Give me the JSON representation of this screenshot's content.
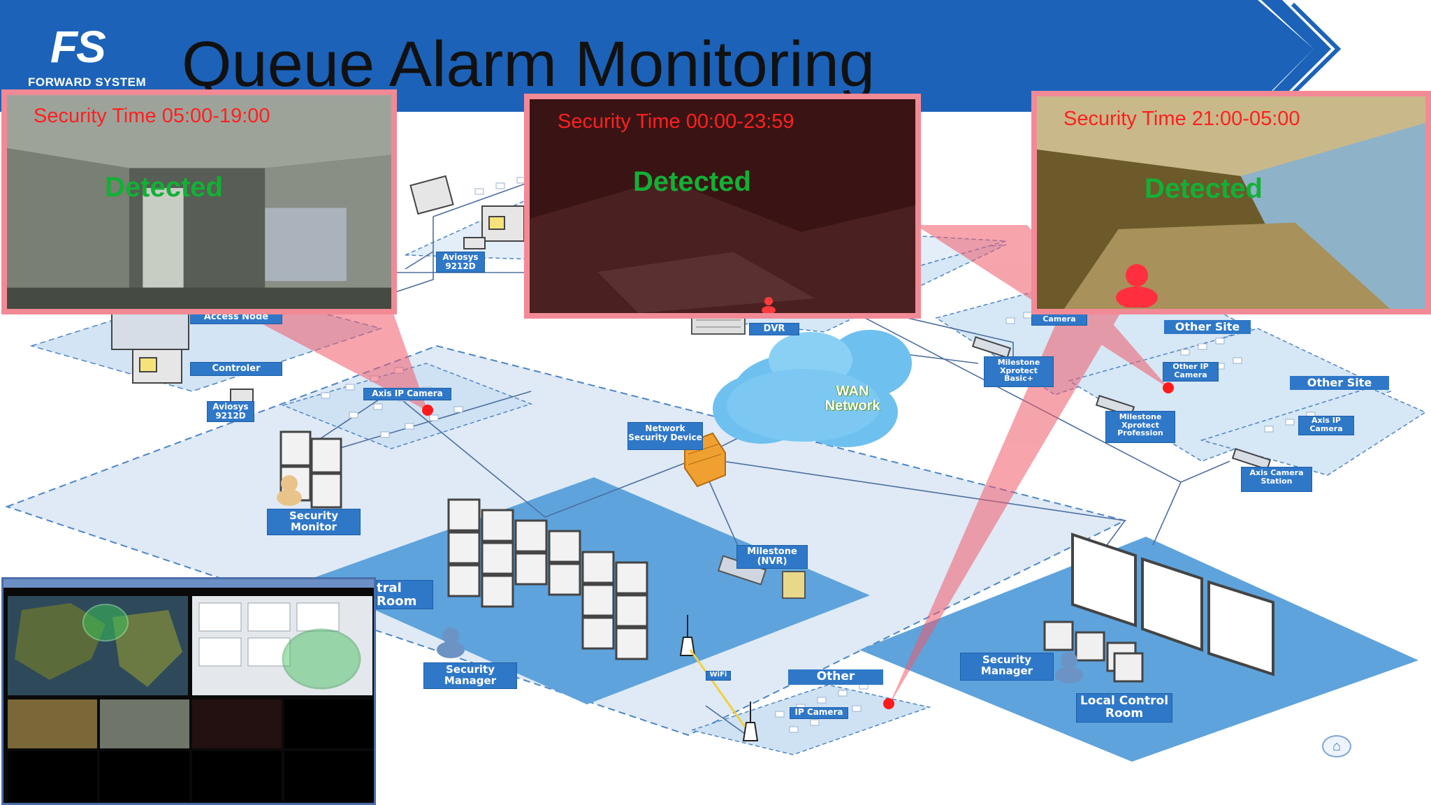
{
  "header": {
    "title": "Queue Alarm Monitoring",
    "logo_mark": "FS",
    "logo_text": "FORWARD SYSTEM"
  },
  "cameras": [
    {
      "security_time": "Security Time 05:00-19:00",
      "status": "Detected"
    },
    {
      "security_time": "Security Time 00:00-23:59",
      "status": "Detected"
    },
    {
      "security_time": "Security Time 21:00-05:00",
      "status": "Detected"
    }
  ],
  "network": {
    "access_node": "Access Node",
    "controller": "Controler",
    "avivosys_1": "Aviosys 9212D",
    "avivosys_2": "Aviosys 9212D",
    "axis_ip_camera_1": "Axis IP Camera",
    "axis_ip_camera_2": "Axis IP Camera",
    "dvr": "DVR",
    "wan_network": "WAN Network",
    "network_security_device": "Network Security Device",
    "security_monitor": "Security Monitor",
    "central_room": "tral Room",
    "security_manager_1": "Security Manager",
    "security_manager_2": "Security Manager",
    "milestone_nvr": "Milestone (NVR)",
    "wifi": "WiFi",
    "other": "Other",
    "ip_camera": "IP Camera",
    "local_control_room": "Local Control Room",
    "milestone_xprotect_basic": "Milestone Xprotect Basic+",
    "milestone_xprotect_profession": "Milestone Xprotect Profession",
    "other_ip_camera_1": "Other IP Camera",
    "other_ip_camera_2": "Other IP Camera",
    "other_site_1": "Other Site",
    "other_site_2": "Other Site",
    "axis_camera_station": "Axis Camera Station"
  },
  "colors": {
    "header_blue": "#1c62b8",
    "zone_blue": "#5a9fd8",
    "zone_light": "#cfe3f5",
    "label_blue": "#2f78c8",
    "alert_red": "#ff2020",
    "detected_green": "#12b035",
    "panel_border": "#f28a96",
    "beam": "#f05a6a"
  },
  "icons": [
    "home-icon",
    "person-alert-icon",
    "wan-cloud-icon",
    "firewall-icon",
    "wifi-antenna-icon",
    "monitor-icon",
    "server-icon"
  ]
}
